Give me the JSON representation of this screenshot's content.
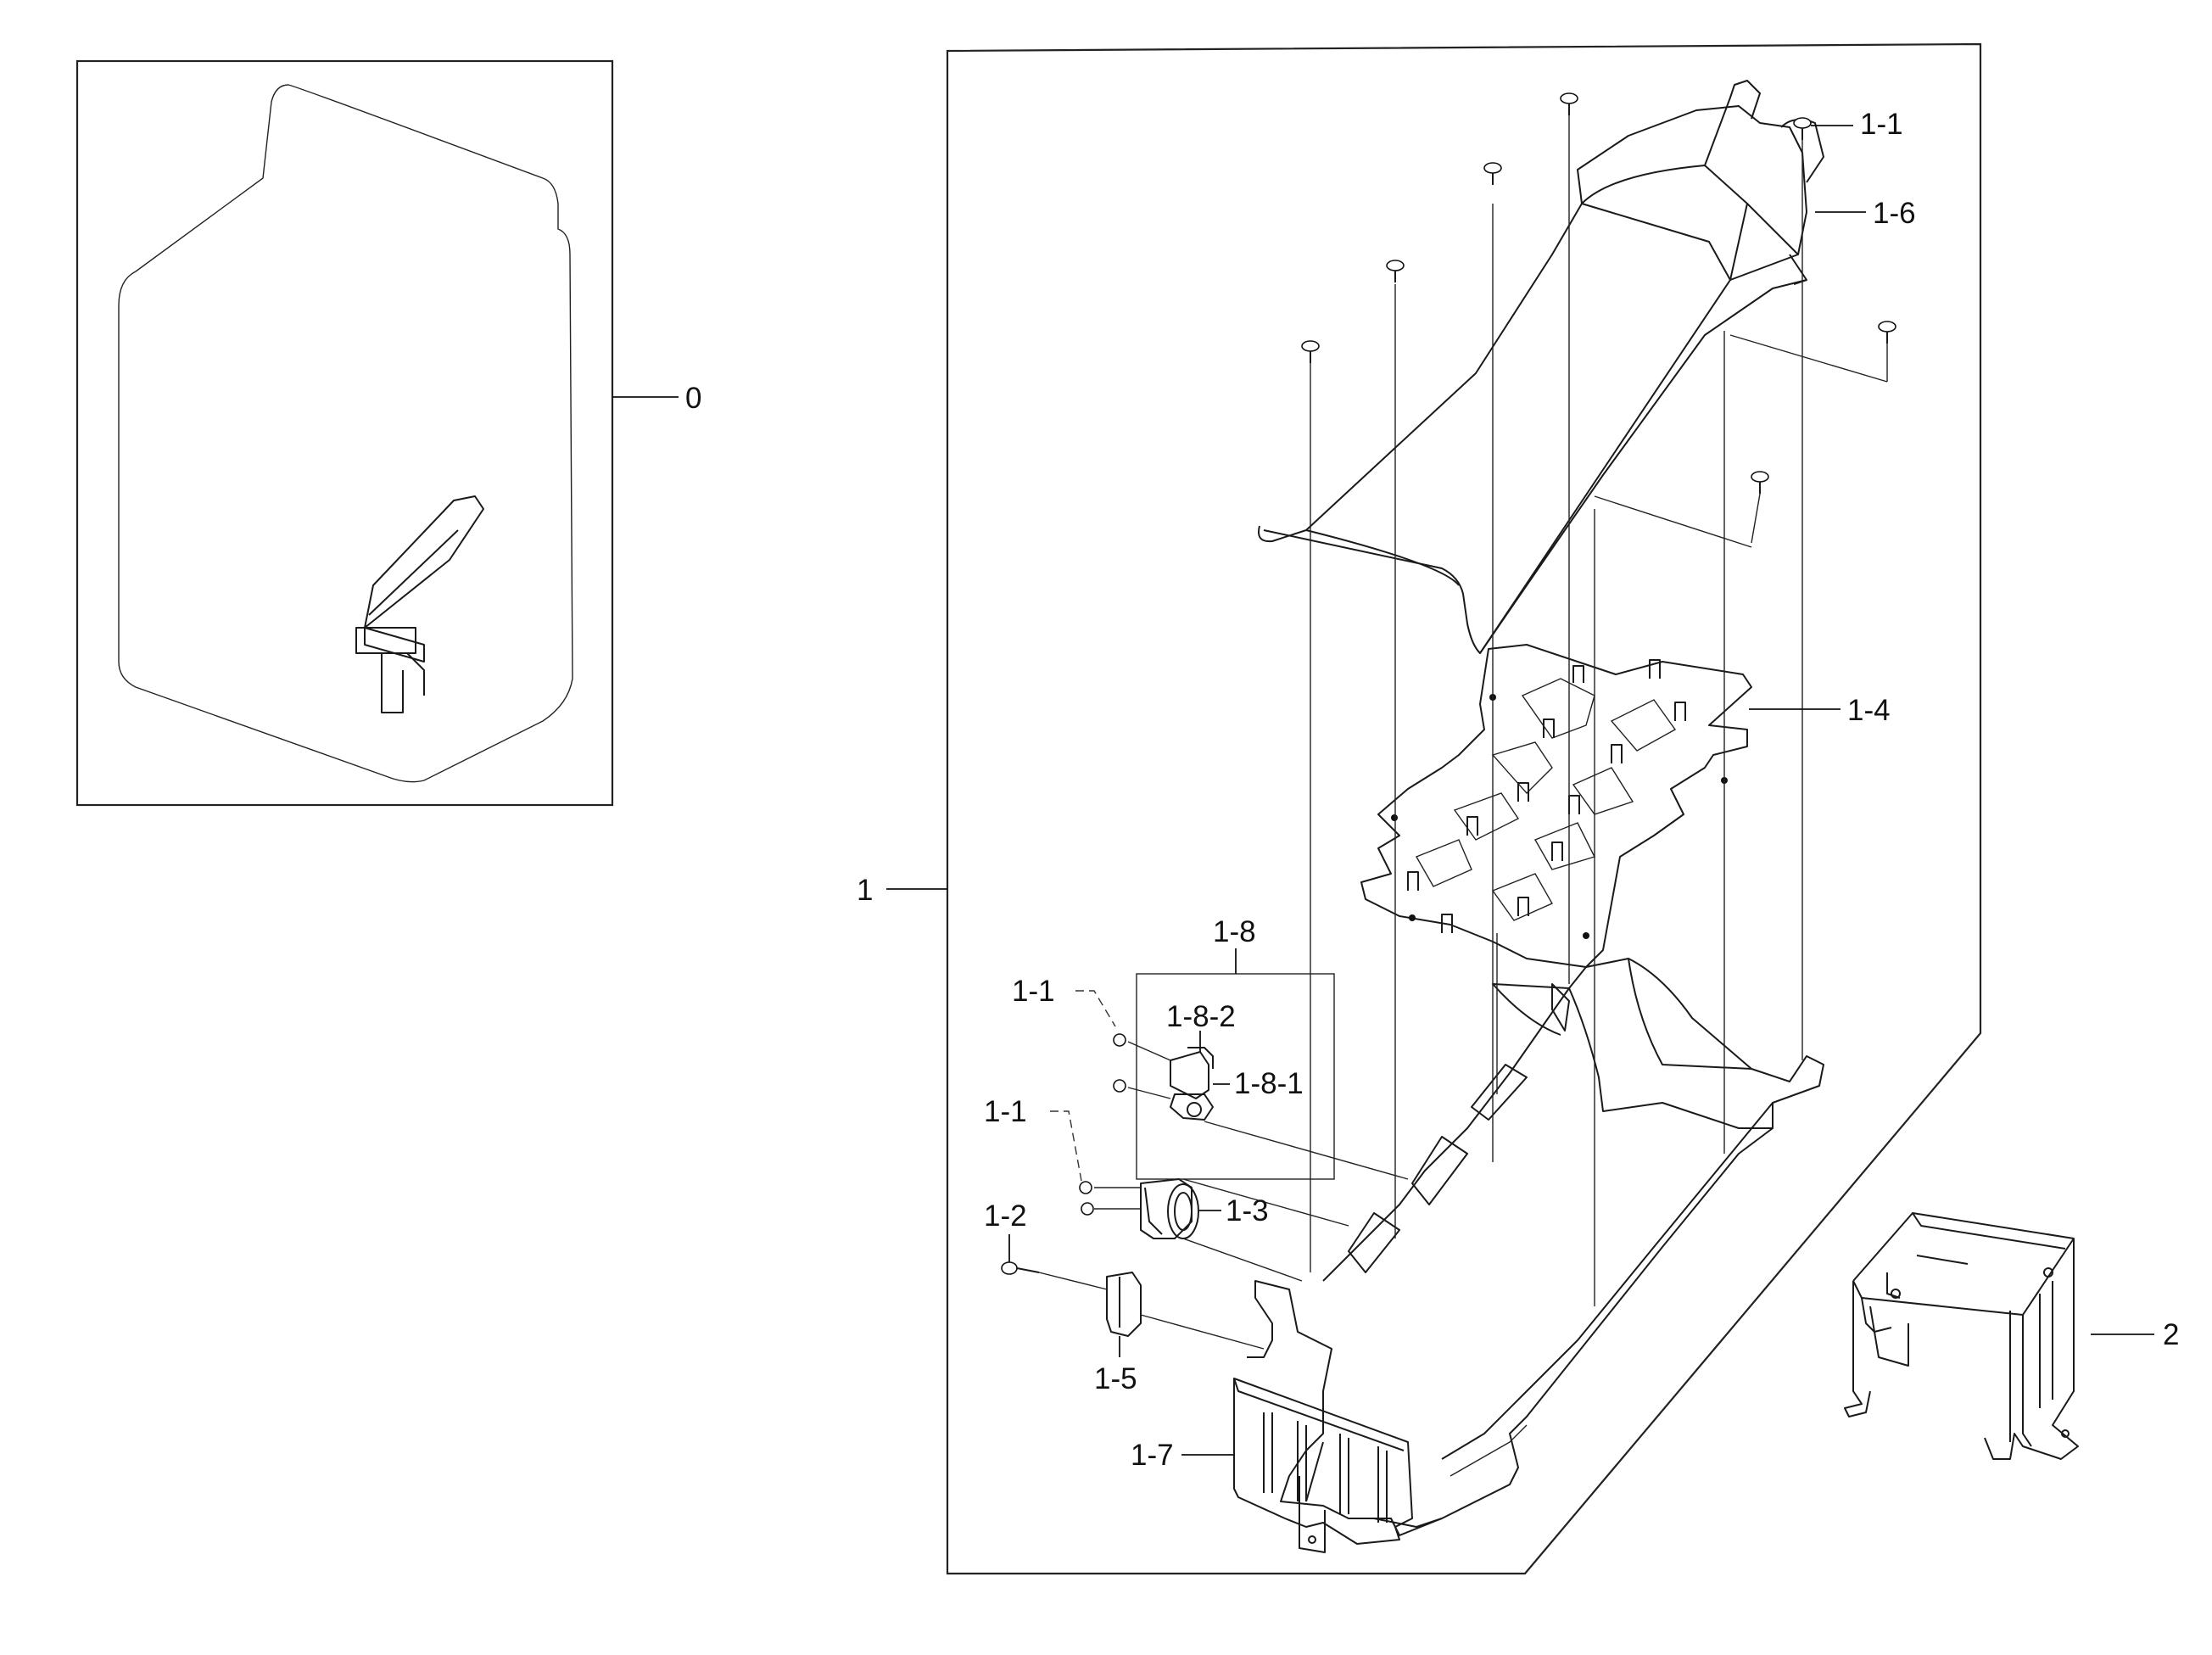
{
  "labels": {
    "l0": "0",
    "l1": "1",
    "l2": "2",
    "l1_1a": "1-1",
    "l1_6": "1-6",
    "l1_4": "1-4",
    "l1_8": "1-8",
    "l1_1b": "1-1",
    "l1_8_2": "1-8-2",
    "l1_8_1": "1-8-1",
    "l1_1c": "1-1",
    "l1_3": "1-3",
    "l1_2": "1-2",
    "l1_5": "1-5",
    "l1_7": "1-7"
  }
}
